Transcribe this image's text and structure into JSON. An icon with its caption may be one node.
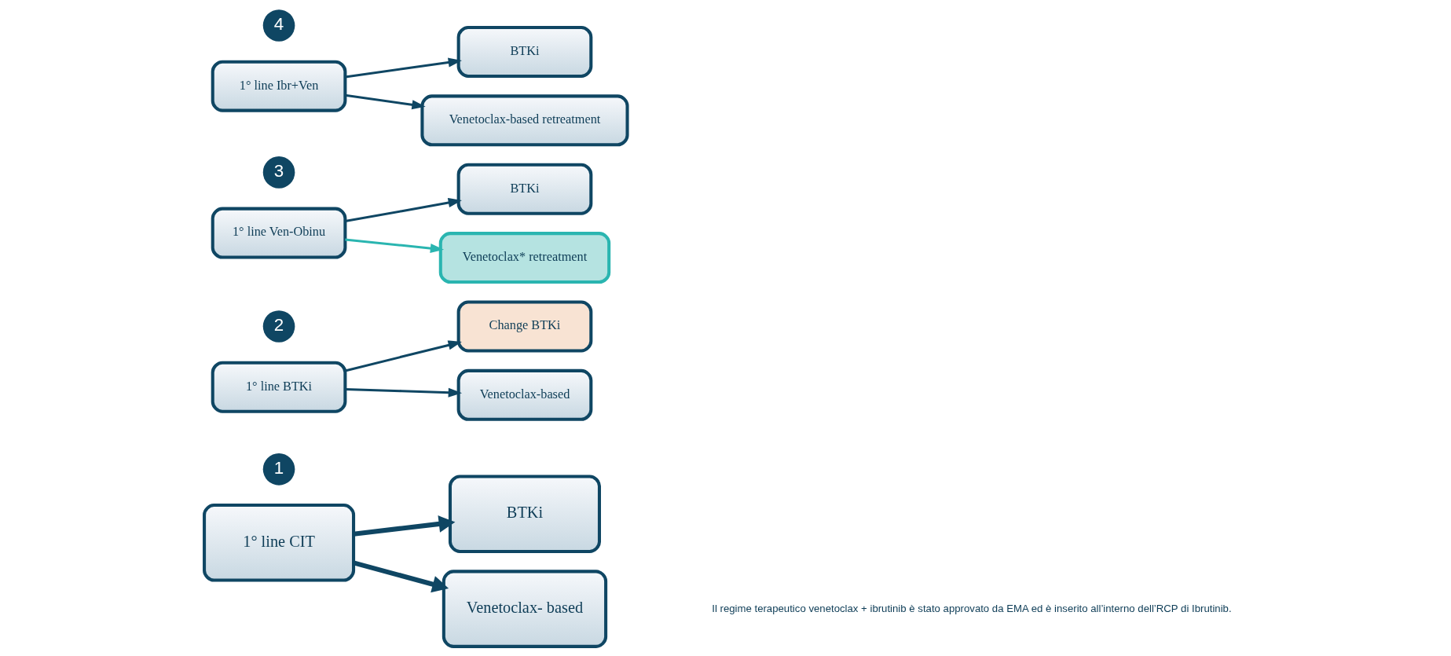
{
  "diagram": {
    "nodes": [
      {
        "text": [
          "1"
        ]
      },
      {
        "text": [
          "1° line CIT"
        ]
      },
      {
        "text": [
          "BTKi"
        ]
      },
      {
        "text": [
          "Venetoclax- based"
        ]
      },
      {
        "text": [
          "2"
        ]
      },
      {
        "text": [
          "1° line BTKi"
        ]
      },
      {
        "text": [
          "Change BTKi"
        ]
      },
      {
        "text": [
          "Venetoclax-based"
        ]
      },
      {
        "text": [
          "3"
        ]
      },
      {
        "text": [
          "1° line Ven-Obinu"
        ]
      },
      {
        "text": [
          "BTKi"
        ]
      },
      {
        "text": [
          "Venetoclax* retreatment"
        ]
      },
      {
        "text": [
          "4"
        ]
      },
      {
        "text": [
          "1° line Ibr+Ven"
        ]
      },
      {
        "text": [
          "BTKi"
        ]
      },
      {
        "text": [
          "Venetoclax-based retreatment"
        ]
      }
    ],
    "edges": [
      {
        "from": 1,
        "to": 2,
        "arrow": "to",
        "style": "thick"
      },
      {
        "from": 1,
        "to": 3,
        "arrow": "to",
        "style": "thick"
      },
      {
        "from": 5,
        "to": 6,
        "arrow": "to"
      },
      {
        "from": 5,
        "to": 7,
        "arrow": "to"
      },
      {
        "from": 9,
        "to": 10,
        "arrow": "to"
      },
      {
        "from": 9,
        "to": 11,
        "arrow": "to",
        "color": "#2ab5b0"
      },
      {
        "from": 13,
        "to": 14,
        "arrow": "to"
      },
      {
        "from": 13,
        "to": 15,
        "arrow": "to"
      }
    ],
    "labels": [
      "Il regime terapeutico venetoclax + ibrutinib è stato approvato da EMA ed è inserito all’interno dell’RCP di Ibrutinib."
    ]
  }
}
